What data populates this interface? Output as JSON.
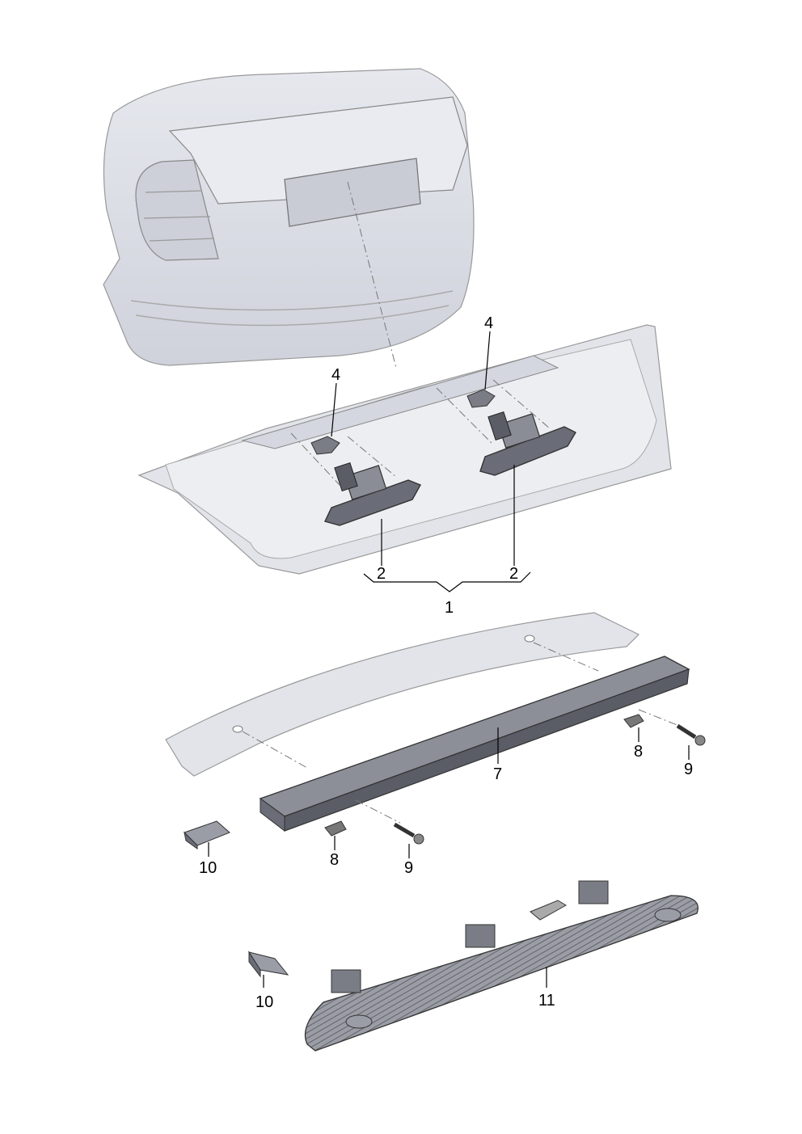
{
  "callouts": {
    "c4a": "4",
    "c4b": "4",
    "c2a": "2",
    "c2b": "2",
    "c1": "1",
    "c7": "7",
    "c8a": "8",
    "c9a": "9",
    "c8b": "8",
    "c9b": "9",
    "c10a": "10",
    "c10b": "10",
    "c11": "11"
  },
  "colors": {
    "body_fill": "#dde0e8",
    "body_shade": "#c3c7d2",
    "part_dark": "#5a5d66",
    "part_mid": "#8a8d96",
    "strip_hatch": "#7d808a"
  }
}
